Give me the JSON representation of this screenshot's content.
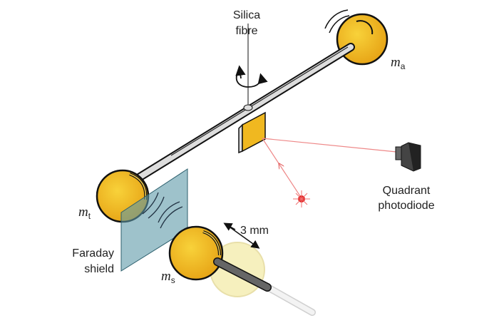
{
  "labels": {
    "fibre_line1": "Silica",
    "fibre_line2": "fibre",
    "photodiode_line1": "Quadrant",
    "photodiode_line2": "photodiode",
    "shield_line1": "Faraday",
    "shield_line2": "shield",
    "distance": "3 mm"
  },
  "masses": {
    "attractor_symbol": "m",
    "attractor_sub": "a",
    "test_symbol": "m",
    "test_sub": "t",
    "source_symbol": "m",
    "source_sub": "s"
  },
  "colors": {
    "mass_gold": "#f0b820",
    "laser": "#e03030",
    "shield": "#5e9aa8",
    "ghost": "#f6efb8"
  }
}
